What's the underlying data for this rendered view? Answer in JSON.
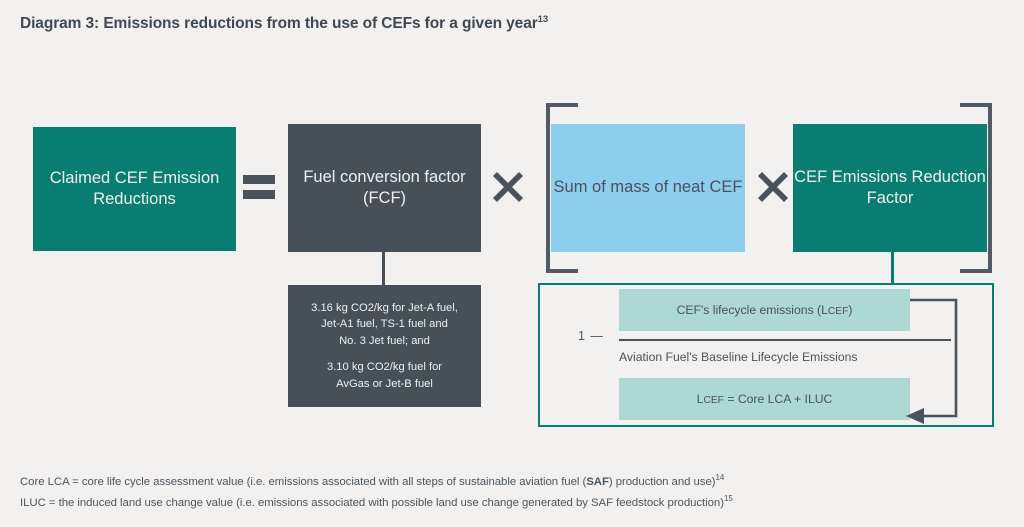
{
  "title": {
    "text": "Diagram 3: Emissions reductions from the use of CEFs for a given year",
    "footnote_marker": "13"
  },
  "boxes": {
    "claimed": "Claimed CEF Emission Reductions",
    "fcf": "Fuel conversion factor (FCF)",
    "sum_of_mass": "Sum of mass of neat CEF",
    "cef_reduction_factor": "CEF Emissions Reduction Factor",
    "fuel_values_line1": "3.16 kg CO2/kg for Jet-A fuel,",
    "fuel_values_line2": "Jet-A1 fuel, TS-1 fuel and",
    "fuel_values_line3": "No. 3 Jet fuel; and",
    "fuel_values_line4": "3.10 kg CO2/kg fuel for",
    "fuel_values_line5": "AvGas or Jet-B fuel"
  },
  "operators": {
    "equals": "=",
    "times_1": "×",
    "times_2": "×",
    "minus_one": "1 —"
  },
  "formula": {
    "numerator_main": "CEF's lifecycle emissions (L",
    "numerator_sub": "CEF",
    "numerator_tail": ")",
    "denominator": "Aviation Fuel's Baseline Lifecycle Emissions",
    "lcef_main_pre": "L",
    "lcef_sub": "CEF",
    "lcef_main_post": " = Core LCA + ILUC"
  },
  "footnotes": {
    "core_lca_pre": "Core LCA = core life cycle assessment value (i.e. emissions associated with all steps of sustainable aviation fuel (",
    "core_lca_bold": "SAF",
    "core_lca_post": ") production and use)",
    "core_lca_marker": "14",
    "iluc": "ILUC = the induced land use change value (i.e. emissions associated with possible land use change generated by SAF feedstock production)",
    "iluc_marker": "15"
  },
  "colors": {
    "background": "#f2f1ef",
    "teal": "#0a7d73",
    "dark_slate": "#474f59",
    "light_blue": "#8dcdee",
    "light_teal": "#aed8d3",
    "text": "#4a525b"
  }
}
